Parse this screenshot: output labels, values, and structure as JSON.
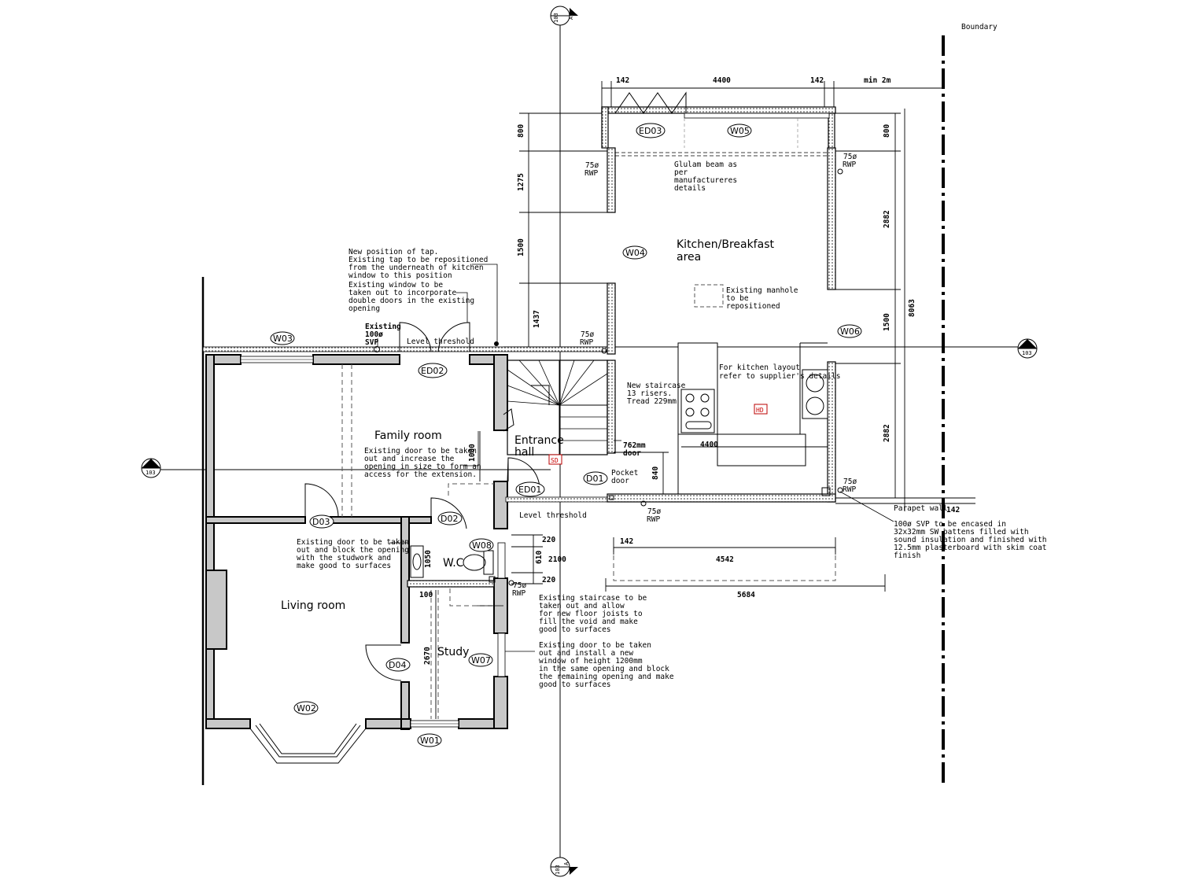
{
  "rooms": {
    "family": "Family room",
    "living": "Living room",
    "study": "Study",
    "wc": "W.C",
    "kitchen_line1": "Kitchen/Breakfast",
    "kitchen_line2": "area",
    "entrance_line1": "Entrance",
    "entrance_line2": "hall"
  },
  "boundary_label": "Boundary",
  "tags": {
    "w01": "W01",
    "w02": "W02",
    "w03": "W03",
    "w04": "W04",
    "w05": "W05",
    "w06": "W06",
    "w07": "W07",
    "w08": "W08",
    "d01": "D01",
    "d02": "D02",
    "d03": "D03",
    "d04": "D04",
    "ed01": "ED01",
    "ed02": "ED02",
    "ed03": "ED03"
  },
  "sections": {
    "a_letter": "A",
    "b_letter": "B",
    "sheet": "103"
  },
  "symbols": {
    "sd": "SD",
    "hd": "HD"
  },
  "dimensions": {
    "top_142_left": "142",
    "top_4400": "4400",
    "top_142_right": "142",
    "min2m": "min 2m",
    "v800_left": "800",
    "v1275": "1275",
    "v1500_left": "1500",
    "v1437": "1437",
    "v800_right": "800",
    "v2882_upper": "2882",
    "v1500_right": "1500",
    "v2882_lower": "2882",
    "v8063": "8063",
    "v1000": "1000",
    "v840": "840",
    "kitchen_4400": "4400",
    "v220_top": "220",
    "v610": "610",
    "v2100": "2100",
    "v220_bottom": "220",
    "v142_bottom": "142",
    "v4542": "4542",
    "v5684": "5684",
    "v1050": "1050",
    "v100": "100",
    "v2670": "2670",
    "parapet_142": "142"
  },
  "labels": {
    "rwp_a1": "75ø",
    "rwp_a2": "RWP",
    "level_threshold_top": "Level threshold",
    "level_threshold_bottom": "Level threshold",
    "existing_svp": [
      "Existing",
      "100ø",
      "SVP"
    ],
    "pocket_door": [
      "Pocket",
      "door"
    ],
    "door_762": [
      "762mm",
      "door"
    ],
    "parapet_wall": "Parapet wall"
  },
  "notes": {
    "tap": [
      "New position of tap.",
      "Existing tap to be repositioned",
      "from the underneath of kitchen",
      "window to this position"
    ],
    "window_doors": [
      "Existing window to be",
      "taken out to incorporate",
      "double doors in the existing",
      "opening"
    ],
    "glulam": [
      "Glulam beam as",
      "per",
      "manufactureres",
      "details"
    ],
    "manhole": [
      "Existing manhole",
      "to be",
      "repositioned"
    ],
    "kitchen_layout": [
      "For kitchen layout",
      "refer to supplier's details"
    ],
    "staircase_new": [
      "New staircase",
      "13 risers.",
      "Tread 229mm"
    ],
    "family_door": [
      "Existing door to be taken",
      "out and increase the",
      "opening in size to form an",
      "access for the extension."
    ],
    "living_door": [
      "Existing door to be taken",
      "out and block the opening",
      "with the studwork and",
      "make good to surfaces"
    ],
    "staircase_existing": [
      "Existing staircase to be",
      "taken out and allow",
      "for new floor joists to",
      "fill the void and make",
      "good to surfaces"
    ],
    "study_door": [
      "Existing door to be taken",
      "out and install a new",
      "window of height 1200mm",
      "in the same opening and block",
      "the remaining opening and make",
      "good to surfaces"
    ],
    "svp_encase": [
      "100ø SVP to be encased in",
      "32x32mm SW battens filled with",
      "sound insulation and finished with",
      "12.5mm plasterboard with skim coat",
      "finish"
    ]
  }
}
